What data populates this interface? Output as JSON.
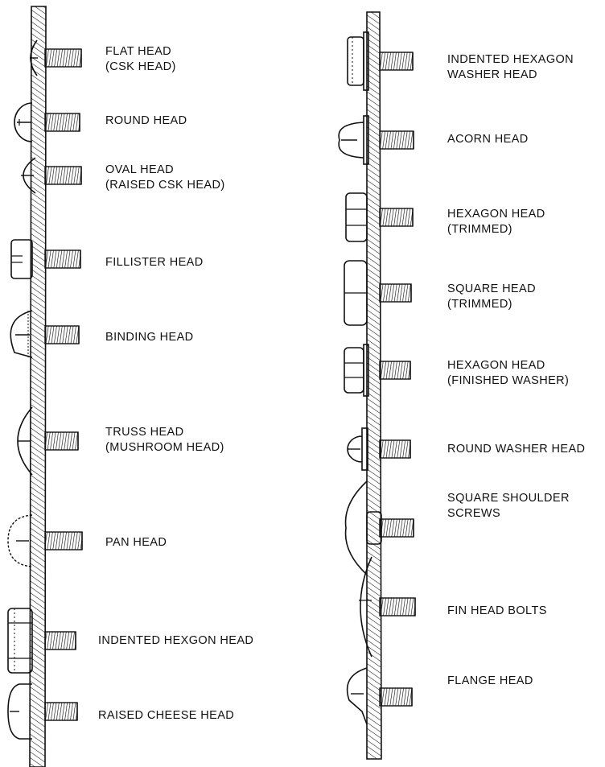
{
  "figure": {
    "left_column": [
      {
        "id": "flat",
        "head": "flat",
        "lines": [
          "FLAT HEAD",
          "(CSK HEAD)"
        ]
      },
      {
        "id": "round",
        "head": "round",
        "lines": [
          "ROUND HEAD"
        ]
      },
      {
        "id": "oval",
        "head": "oval",
        "lines": [
          "OVAL HEAD",
          "(RAISED CSK HEAD)"
        ]
      },
      {
        "id": "fillister",
        "head": "fillister",
        "lines": [
          "FILLISTER HEAD"
        ]
      },
      {
        "id": "binding",
        "head": "binding",
        "lines": [
          "BINDING HEAD"
        ]
      },
      {
        "id": "truss",
        "head": "truss",
        "lines": [
          "TRUSS HEAD",
          "(MUSHROOM HEAD)"
        ]
      },
      {
        "id": "pan",
        "head": "pan",
        "lines": [
          "PAN HEAD"
        ]
      },
      {
        "id": "indented-hexgon",
        "head": "indhex",
        "lines": [
          "INDENTED HEXGON HEAD"
        ]
      },
      {
        "id": "raised-cheese",
        "head": "cheese",
        "lines": [
          "RAISED CHEESE HEAD"
        ]
      }
    ],
    "right_column": [
      {
        "id": "indented-hexagon-washer",
        "head": "indhexwasher",
        "lines": [
          "INDENTED HEXAGON",
          "WASHER HEAD"
        ]
      },
      {
        "id": "acorn",
        "head": "acorn",
        "lines": [
          "ACORN HEAD"
        ]
      },
      {
        "id": "hexagon-trimmed",
        "head": "hex",
        "lines": [
          "HEXAGON HEAD",
          "(TRIMMED)"
        ]
      },
      {
        "id": "square-trimmed",
        "head": "square",
        "lines": [
          "SQUARE HEAD",
          "(TRIMMED)"
        ]
      },
      {
        "id": "hexagon-finished-washer",
        "head": "hexwasher",
        "lines": [
          "HEXAGON HEAD",
          "(FINISHED WASHER)"
        ]
      },
      {
        "id": "round-washer",
        "head": "roundwasher",
        "lines": [
          "ROUND WASHER HEAD"
        ]
      },
      {
        "id": "square-shoulder",
        "head": "shoulder",
        "lines": [
          "SQUARE SHOULDER",
          "SCREWS"
        ]
      },
      {
        "id": "fin-head",
        "head": "fin",
        "lines": [
          "FIN HEAD BOLTS"
        ]
      },
      {
        "id": "flange",
        "head": "flange",
        "lines": [
          "FLANGE HEAD"
        ]
      }
    ]
  }
}
